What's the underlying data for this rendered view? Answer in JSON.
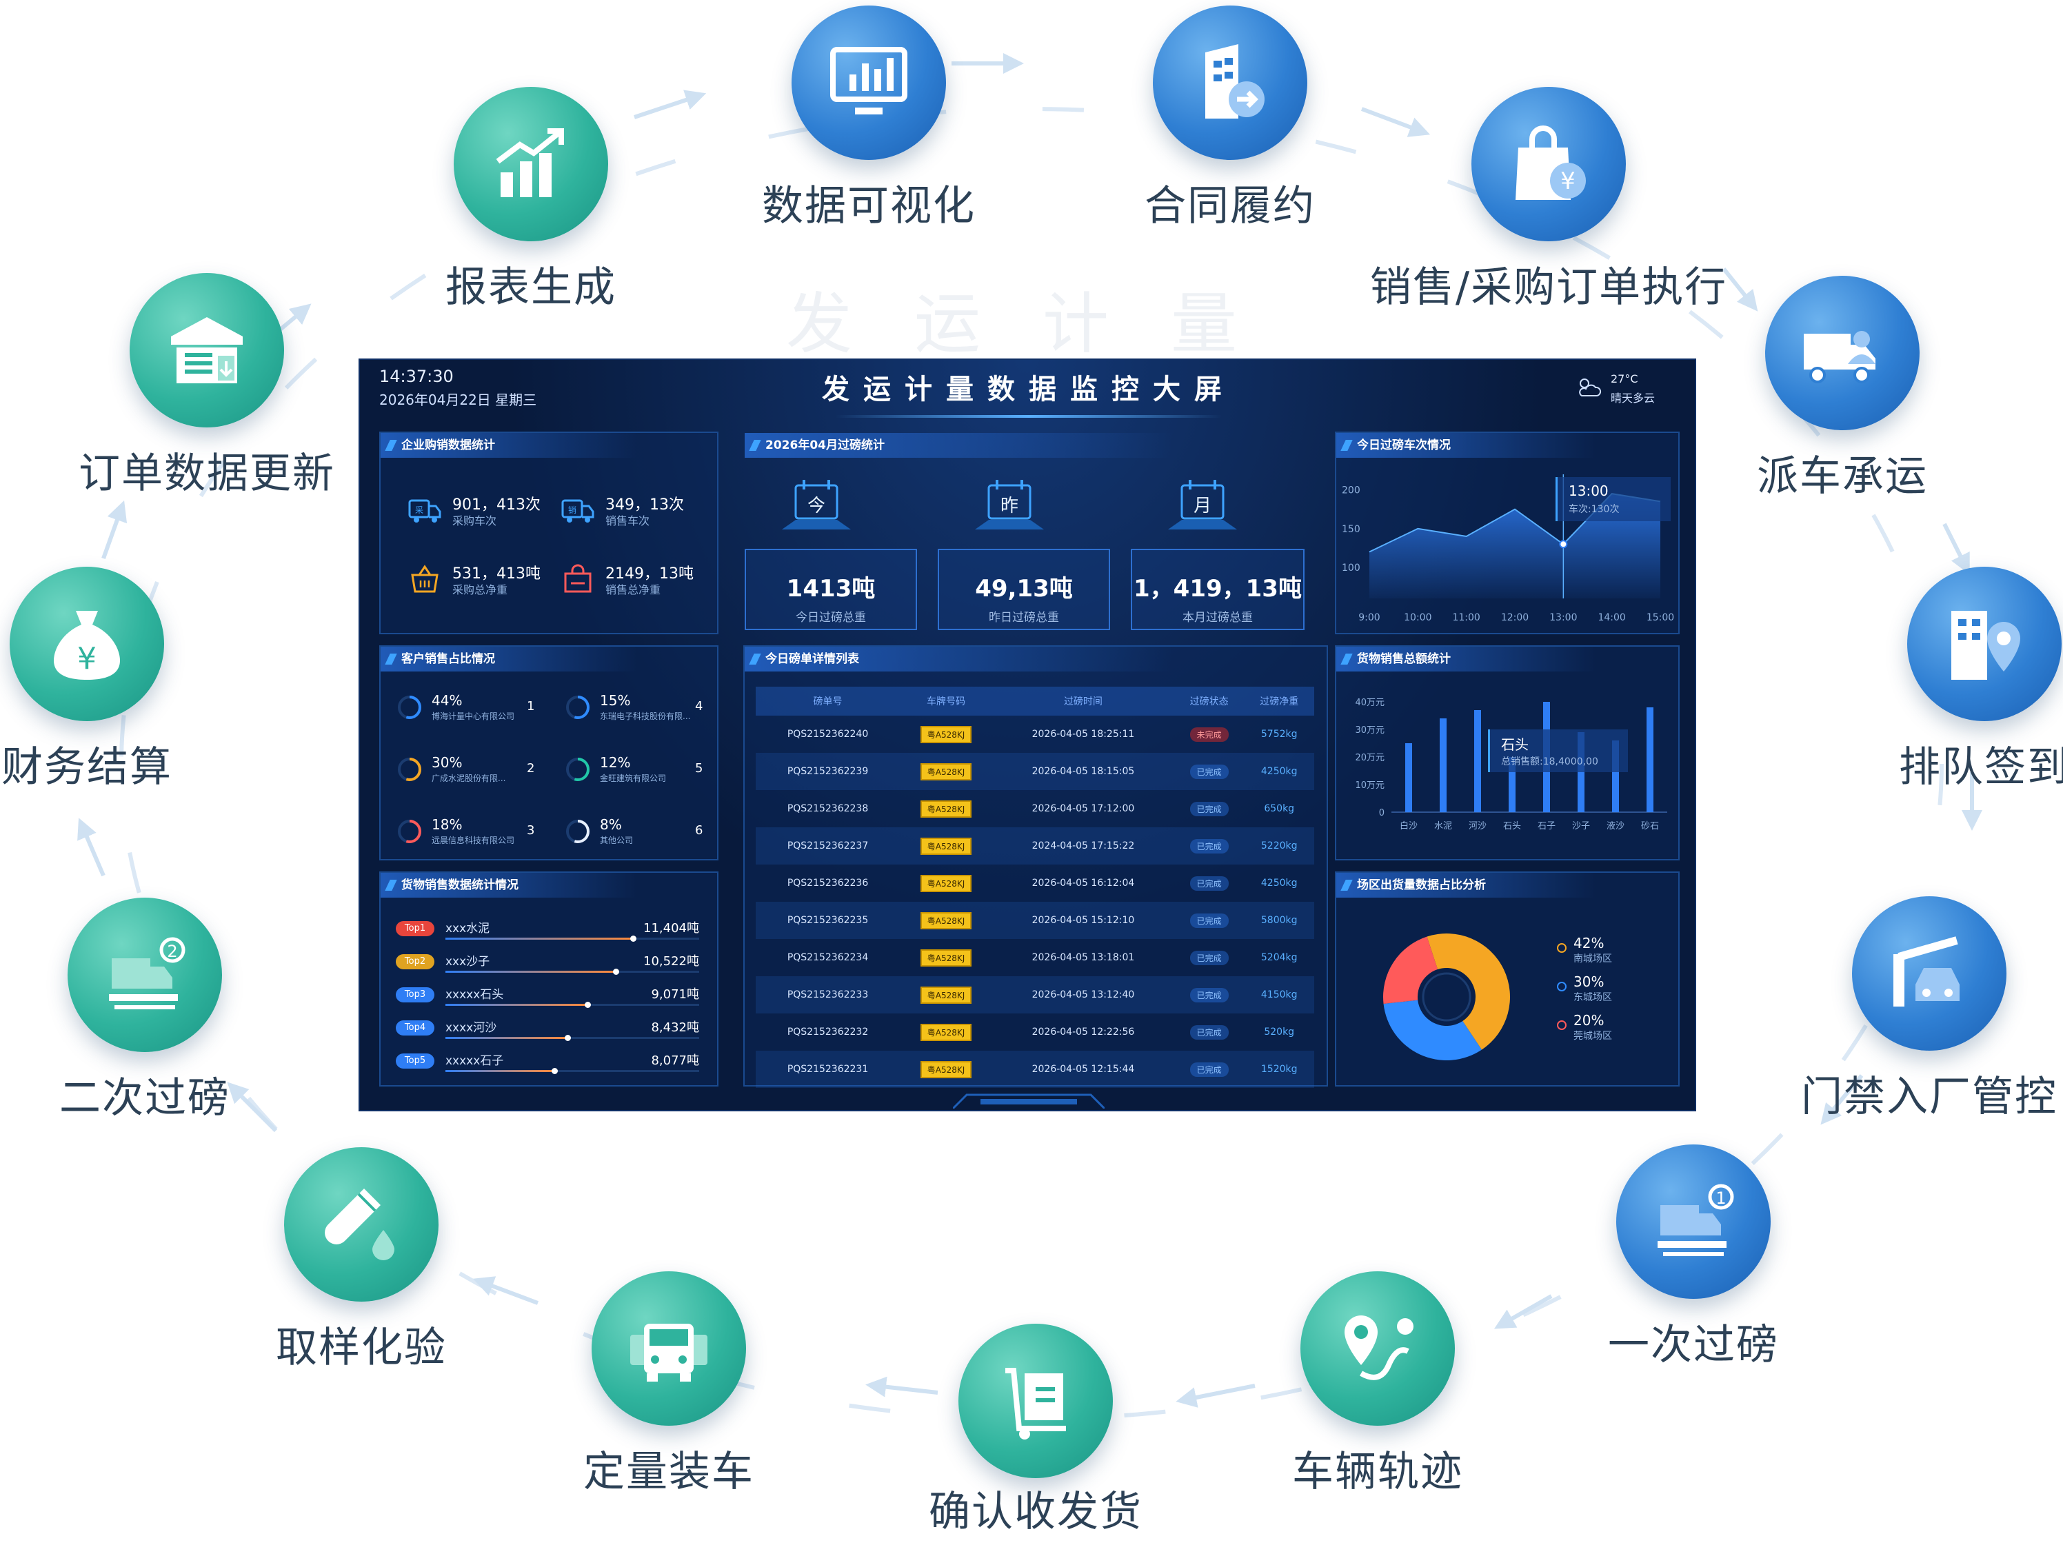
{
  "watermark": "发运计量",
  "flow": {
    "nodes": [
      {
        "label": "数据可视化",
        "icon": "monitor-chart-icon"
      },
      {
        "label": "合同履约",
        "icon": "building-arrow-icon"
      },
      {
        "label": "销售/采购订单执行",
        "icon": "shopping-bag-yen-icon"
      },
      {
        "label": "派车承运",
        "icon": "truck-driver-icon"
      },
      {
        "label": "排队签到",
        "icon": "building-location-icon"
      },
      {
        "label": "门禁入厂管控",
        "icon": "barrier-gate-car-icon"
      },
      {
        "label": "一次过磅",
        "icon": "truck-scale-1-icon"
      },
      {
        "label": "车辆轨迹",
        "icon": "route-pin-icon"
      },
      {
        "label": "确认收发货",
        "icon": "cart-box-icon"
      },
      {
        "label": "定量装车",
        "icon": "trucks-front-icon"
      },
      {
        "label": "取样化验",
        "icon": "test-tube-icon"
      },
      {
        "label": "二次过磅",
        "icon": "truck-scale-2-icon"
      },
      {
        "label": "财务结算",
        "icon": "money-bag-yen-icon"
      },
      {
        "label": "订单数据更新",
        "icon": "warehouse-doc-icon"
      },
      {
        "label": "报表生成",
        "icon": "bar-chart-trend-icon"
      }
    ]
  },
  "dashboard": {
    "time": "14:37:30",
    "date": "2026年04月22日 星期三",
    "title": "发运计量数据监控大屏",
    "weather": {
      "temp": "27°C",
      "desc": "晴天多云"
    },
    "enterprise": {
      "title": "企业购销数据统计",
      "stats": [
        {
          "value": "901，413次",
          "label": "采购车次"
        },
        {
          "value": "349，13次",
          "label": "销售车次"
        },
        {
          "value": "531，413吨",
          "label": "采购总净重"
        },
        {
          "value": "2149，13吨",
          "label": "销售总净重"
        }
      ]
    },
    "month": {
      "title": "2026年04月过磅统计",
      "days": [
        {
          "icon_char": "今",
          "value": "1413吨",
          "label": "今日过磅总重"
        },
        {
          "icon_char": "昨",
          "value": "49,13吨",
          "label": "昨日过磅总重"
        },
        {
          "icon_char": "月",
          "value": "1，419，13吨",
          "label": "本月过磅总重"
        }
      ]
    },
    "trips": {
      "title": "今日过磅车次情况",
      "y_ticks": [
        "200",
        "150",
        "100"
      ],
      "tooltip_time": "13:00",
      "tooltip_text": "车次:130次"
    },
    "customers": {
      "title": "客户销售占比情况",
      "items": [
        {
          "pct": "44%",
          "name": "博海计量中心有限公司",
          "rank": "1",
          "color": "#2f8bff"
        },
        {
          "pct": "15%",
          "name": "东瑞电子科技股份有限...",
          "rank": "4",
          "color": "#2f8bff"
        },
        {
          "pct": "30%",
          "name": "广成水泥股份有限...",
          "rank": "2",
          "color": "#f5a623"
        },
        {
          "pct": "12%",
          "name": "金旺建筑有限公司",
          "rank": "5",
          "color": "#21c7a8"
        },
        {
          "pct": "18%",
          "name": "远晨信息科技有限公司",
          "rank": "3",
          "color": "#ff5a5a"
        },
        {
          "pct": "8%",
          "name": "其他公司",
          "rank": "6",
          "color": "#e8f0ff"
        }
      ]
    },
    "goods": {
      "title": "货物销售数据统计情况",
      "items": [
        {
          "badge": "Top1",
          "name": "xxx水泥",
          "value": "11,404吨",
          "color": "#e8453c"
        },
        {
          "badge": "Top2",
          "name": "xxx沙子",
          "value": "10,522吨",
          "color": "#e0a321"
        },
        {
          "badge": "Top3",
          "name": "xxxxx石头",
          "value": "9,071吨",
          "color": "#2f7ef5"
        },
        {
          "badge": "Top4",
          "name": "xxxx河沙",
          "value": "8,432吨",
          "color": "#2f7ef5"
        },
        {
          "badge": "Top5",
          "name": "xxxxx石子",
          "value": "8,077吨",
          "color": "#2f7ef5"
        }
      ]
    },
    "weigh_list": {
      "title": "今日磅单详情列表",
      "headers": [
        "磅单号",
        "车牌号码",
        "过磅时间",
        "过磅状态",
        "过磅净重"
      ],
      "rows": [
        [
          "PQS2152362240",
          "粤A528KJ",
          "2026-04-05 18:25:11",
          "未完成",
          "5752kg"
        ],
        [
          "PQS2152362239",
          "粤A528KJ",
          "2026-04-05 18:15:05",
          "已完成",
          "4250kg"
        ],
        [
          "PQS2152362238",
          "粤A528KJ",
          "2026-04-05 17:12:00",
          "已完成",
          "650kg"
        ],
        [
          "PQS2152362237",
          "粤A528KJ",
          "2024-04-05 17:15:22",
          "已完成",
          "5220kg"
        ],
        [
          "PQS2152362236",
          "粤A528KJ",
          "2026-04-05 16:12:04",
          "已完成",
          "4250kg"
        ],
        [
          "PQS2152362235",
          "粤A528KJ",
          "2026-04-05 15:12:10",
          "已完成",
          "5800kg"
        ],
        [
          "PQS2152362234",
          "粤A528KJ",
          "2026-04-05 13:18:01",
          "已完成",
          "5204kg"
        ],
        [
          "PQS2152362233",
          "粤A528KJ",
          "2026-04-05 13:12:40",
          "已完成",
          "4150kg"
        ],
        [
          "PQS2152362232",
          "粤A528KJ",
          "2026-04-05 12:22:56",
          "已完成",
          "520kg"
        ],
        [
          "PQS2152362231",
          "粤A528KJ",
          "2026-04-05 12:15:44",
          "已完成",
          "1520kg"
        ]
      ]
    },
    "goods_total": {
      "title": "货物销售总额统计",
      "tooltip_name": "石头",
      "tooltip_text": "总销售额:18,4000,00"
    },
    "site": {
      "title": "场区出货量数据占比分析",
      "items": [
        {
          "pct": "42%",
          "name": "南城场区",
          "color": "#f5a623"
        },
        {
          "pct": "30%",
          "name": "东城场区",
          "color": "#2f8bff"
        },
        {
          "pct": "20%",
          "name": "莞城场区",
          "color": "#ff5a5a"
        }
      ]
    }
  },
  "chart_data": [
    {
      "type": "area",
      "title": "今日过磅车次情况",
      "x": [
        "9:00",
        "10:00",
        "11:00",
        "12:00",
        "13:00",
        "14:00",
        "15:00"
      ],
      "series": [
        {
          "values": [
            120,
            150,
            140,
            175,
            130,
            195,
            185
          ]
        }
      ],
      "ylim": [
        60,
        220
      ],
      "y_ticks": [
        100,
        150,
        200
      ],
      "grid": false
    },
    {
      "type": "bar",
      "title": "货物销售总额统计",
      "categories": [
        "白沙",
        "水泥",
        "河沙",
        "石头",
        "石子",
        "沙子",
        "液沙",
        "砂石"
      ],
      "values": [
        25,
        34,
        37,
        20,
        40,
        29,
        26,
        38
      ],
      "ylim": [
        0,
        45
      ],
      "y_ticks": [
        "0",
        "10万元",
        "20万元",
        "30万元",
        "40万元"
      ]
    },
    {
      "type": "pie",
      "title": "场区出货量数据占比分析",
      "categories": [
        "南城场区",
        "东城场区",
        "莞城场区"
      ],
      "values": [
        42,
        30,
        20
      ],
      "colors": [
        "#f5a623",
        "#2f8bff",
        "#ff5a5a"
      ]
    }
  ]
}
